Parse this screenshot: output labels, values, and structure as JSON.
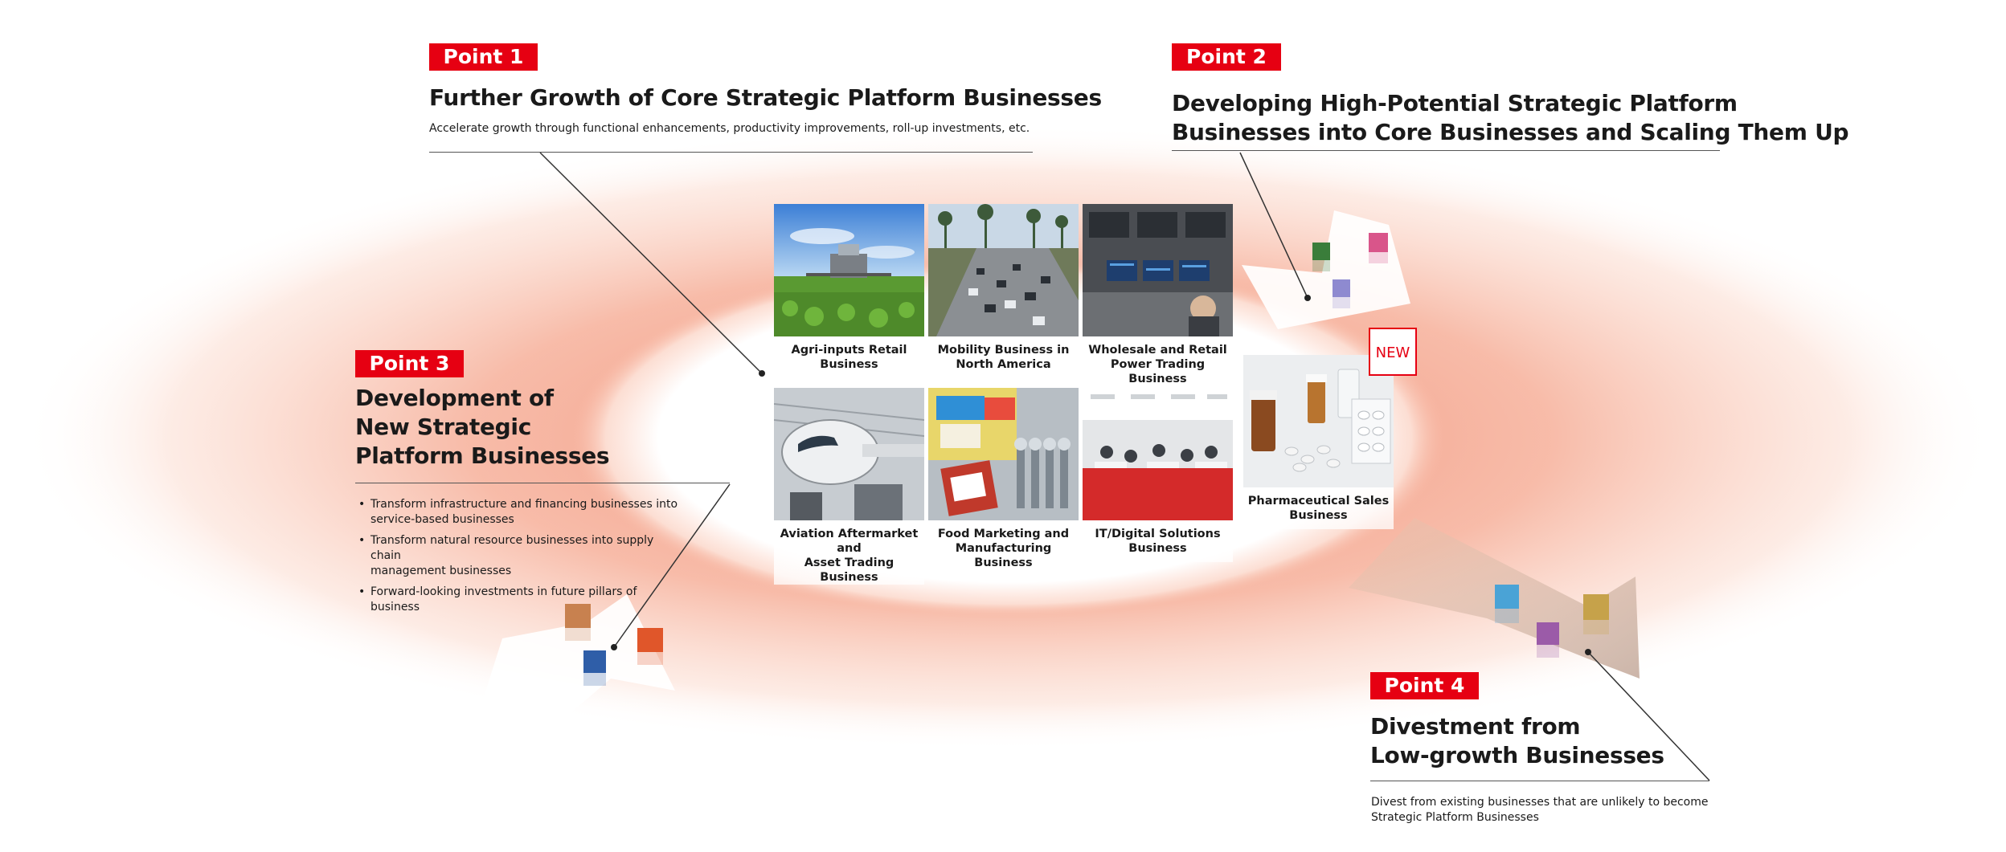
{
  "point1": {
    "badge": "Point 1",
    "title": "Further Growth of Core Strategic Platform Businesses",
    "desc": "Accelerate growth through functional enhancements, productivity improvements, roll-up investments, etc."
  },
  "point2": {
    "badge": "Point 2",
    "title_line1": "Developing High-Potential Strategic Platform",
    "title_line2": "Businesses into Core Businesses and Scaling Them Up"
  },
  "point3": {
    "badge": "Point 3",
    "title_line1": "Development of",
    "title_line2": "New Strategic",
    "title_line3": "Platform Businesses",
    "bullets": [
      {
        "line1": "Transform infrastructure and financing businesses into",
        "line2": "service-based businesses"
      },
      {
        "line1": "Transform natural resource businesses into supply chain",
        "line2": "management businesses"
      },
      {
        "line1": "Forward-looking investments in future pillars of",
        "line2": "business"
      }
    ]
  },
  "point4": {
    "badge": "Point 4",
    "title_line1": "Divestment from",
    "title_line2": "Low-growth Businesses",
    "desc_line1": "Divest from existing businesses that are unlikely to become",
    "desc_line2": "Strategic Platform Businesses"
  },
  "tiles": [
    {
      "line1": "Agri-inputs Retail",
      "line2": "Business",
      "line3": ""
    },
    {
      "line1": "Mobility Business in",
      "line2": "North America",
      "line3": ""
    },
    {
      "line1": "Wholesale and Retail",
      "line2": "Power Trading Business",
      "line3": ""
    },
    {
      "line1": "Aviation Aftermarket and",
      "line2": "Asset Trading Business",
      "line3": ""
    },
    {
      "line1": "Food Marketing and",
      "line2": "Manufacturing",
      "line3": "Business"
    },
    {
      "line1": "IT/Digital Solutions",
      "line2": "Business",
      "line3": ""
    }
  ],
  "pharma": {
    "line1": "Pharmaceutical Sales",
    "line2": "Business",
    "new_label": "NEW"
  },
  "colors": {
    "badge_red": "#e60012",
    "ring_salmon": "#f29f85",
    "ring_deep": "#f08a70",
    "square_green": "#3a7d3a",
    "square_pink": "#d9558a",
    "square_lavender": "#8e8ad0",
    "square_brown": "#c8814f",
    "square_orange": "#e0562a",
    "square_blue": "#2f5ea8",
    "square_skyblue": "#4aa3d6",
    "square_purple": "#9b5ba8",
    "square_gold": "#c6a24a"
  }
}
